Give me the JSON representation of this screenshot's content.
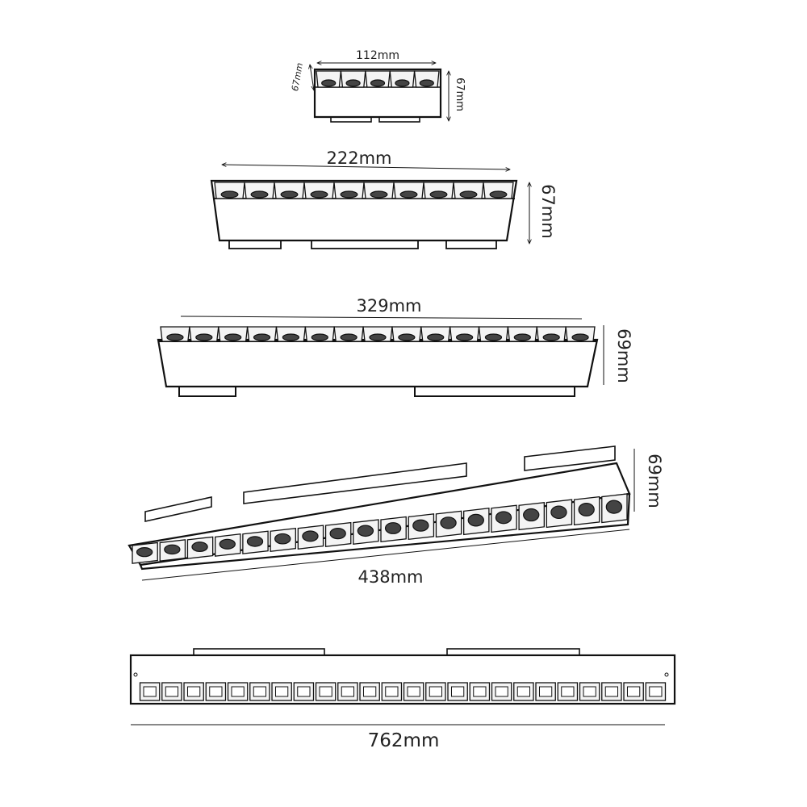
{
  "products": [
    {
      "id": "p112",
      "cells": 5,
      "width_label": "112mm",
      "height_label": "67mm",
      "depth_label": "67mm"
    },
    {
      "id": "p222",
      "cells": 10,
      "width_label": "222mm",
      "height_label": "67mm"
    },
    {
      "id": "p329",
      "cells": 15,
      "width_label": "329mm",
      "height_label": "69mm"
    },
    {
      "id": "p438",
      "cells": 18,
      "width_label": "438mm",
      "height_label": "69mm"
    },
    {
      "id": "p762",
      "cells": 24,
      "width_label": "762mm"
    }
  ],
  "colors": {
    "line": "#111111",
    "cell_fill": "#f4f4f4",
    "lens": "#444444"
  }
}
